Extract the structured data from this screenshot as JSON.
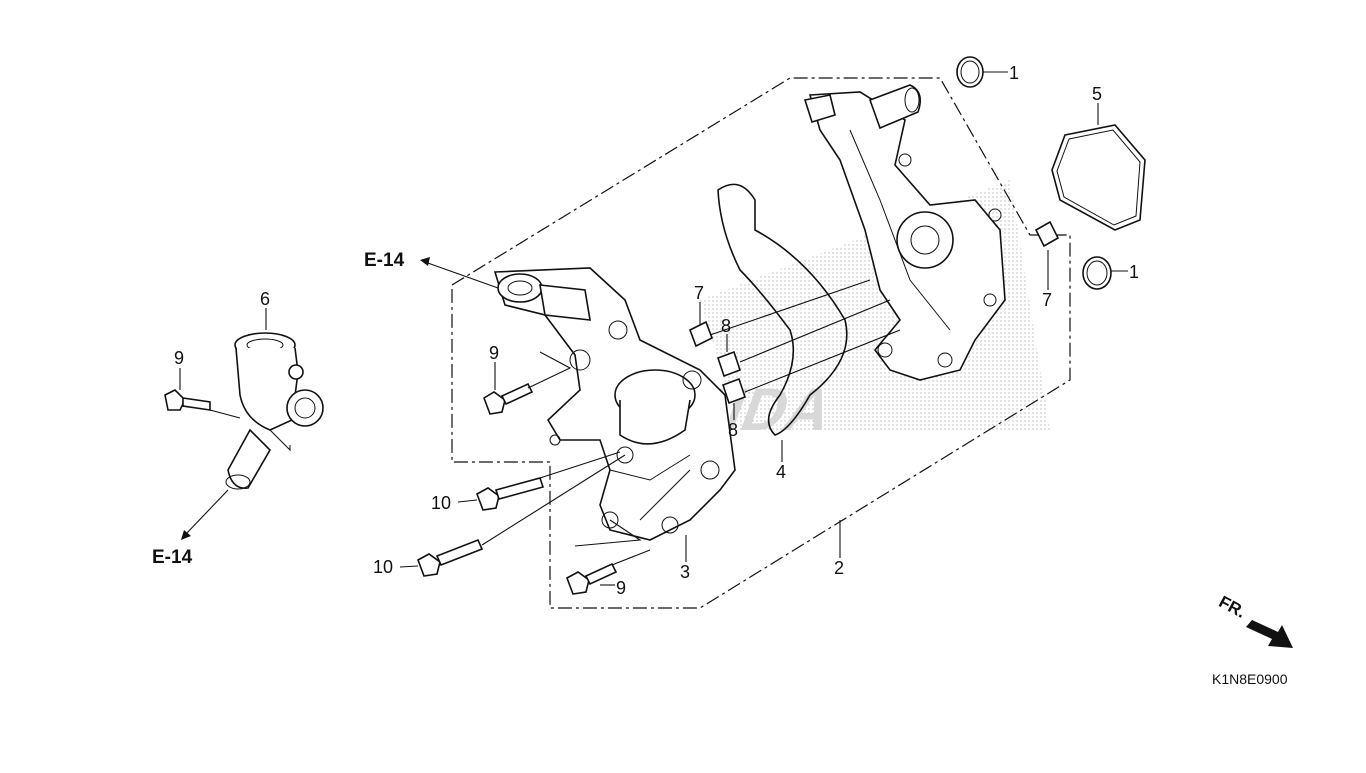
{
  "diagram": {
    "callouts": {
      "o_ring_top": "1",
      "o_ring_right": "1",
      "pump_assembly": "2",
      "housing": "3",
      "gasket_pump": "4",
      "gasket_right": "5",
      "thermostat_housing": "6",
      "dowel_center": "7",
      "dowel_right": "7",
      "dowel_pin_upper": "8",
      "dowel_pin_lower": "8",
      "bolt_left_small": "9",
      "bolt_center_upper": "9",
      "bolt_center_lower": "9",
      "bolt_long_upper": "10",
      "bolt_long_lower": "10"
    },
    "references": {
      "upper": "E-14",
      "lower": "E-14"
    },
    "direction_label": "FR.",
    "diagram_code": "K1N8E0900",
    "watermark": "HONDA"
  }
}
